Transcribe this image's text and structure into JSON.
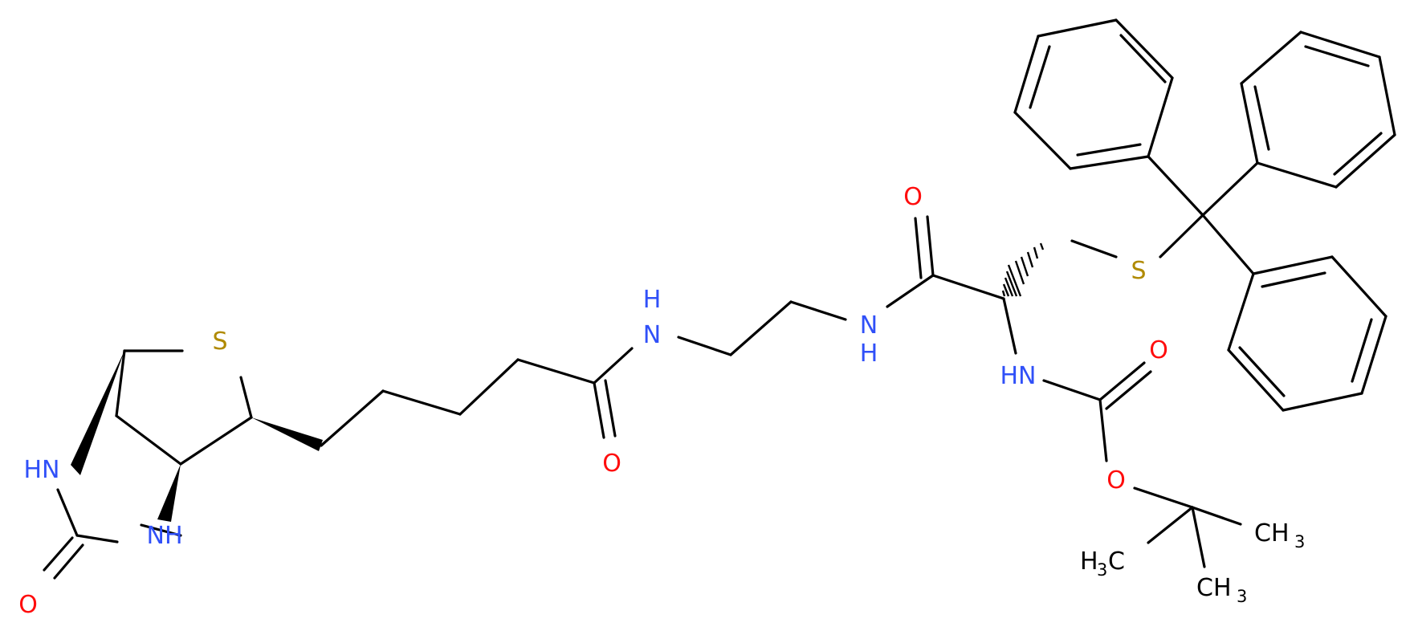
{
  "colors": {
    "bond": "#000000",
    "nitrogen": "#3050F8",
    "oxygen": "#FF0D0D",
    "sulfur": "#B08A00",
    "carbon": "#000000"
  },
  "atoms": {
    "o_urea": "O",
    "n_left": "HN",
    "n_bottom": "NH",
    "s_ring": "S",
    "n_amide1": "H\nN",
    "o_amide1": "O",
    "n_amide2": "N\nH",
    "o_amide2": "O",
    "n_carbamate": "HN",
    "o_carbonyl": "O",
    "o_ester": "O",
    "s_trityl": "S",
    "me1": "CH3",
    "me2": "H3C",
    "me3": "CH3"
  }
}
